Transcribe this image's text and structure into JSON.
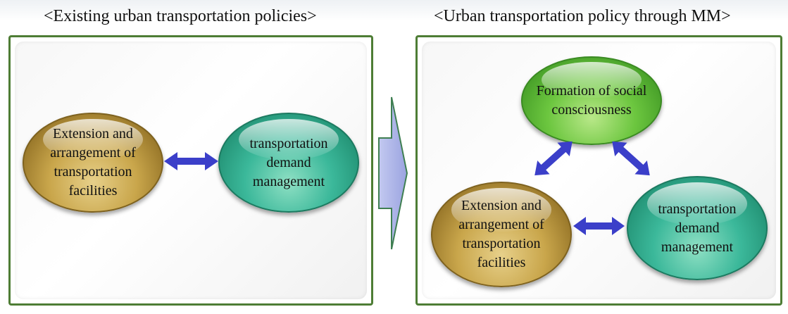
{
  "headings": {
    "left": "<Existing urban transportation policies>",
    "right": "<Urban transportation policy through MM>"
  },
  "left_panel": {
    "facilities": [
      "Extension and",
      "arrangement of",
      "transportation",
      "facilities"
    ],
    "demand": [
      "transportation",
      "demand",
      "management"
    ]
  },
  "right_panel": {
    "social": [
      "Formation of social",
      "consciousness"
    ],
    "facilities": [
      "Extension and",
      "arrangement of",
      "transportation",
      "facilities"
    ],
    "demand": [
      "transportation",
      "demand",
      "management"
    ]
  },
  "colors": {
    "panel_border": "#4e7d35",
    "arrow_blue": "#3b3fc9",
    "transition_arrow_fill": "#a9b2e6",
    "transition_arrow_stroke": "#3f7f52"
  }
}
